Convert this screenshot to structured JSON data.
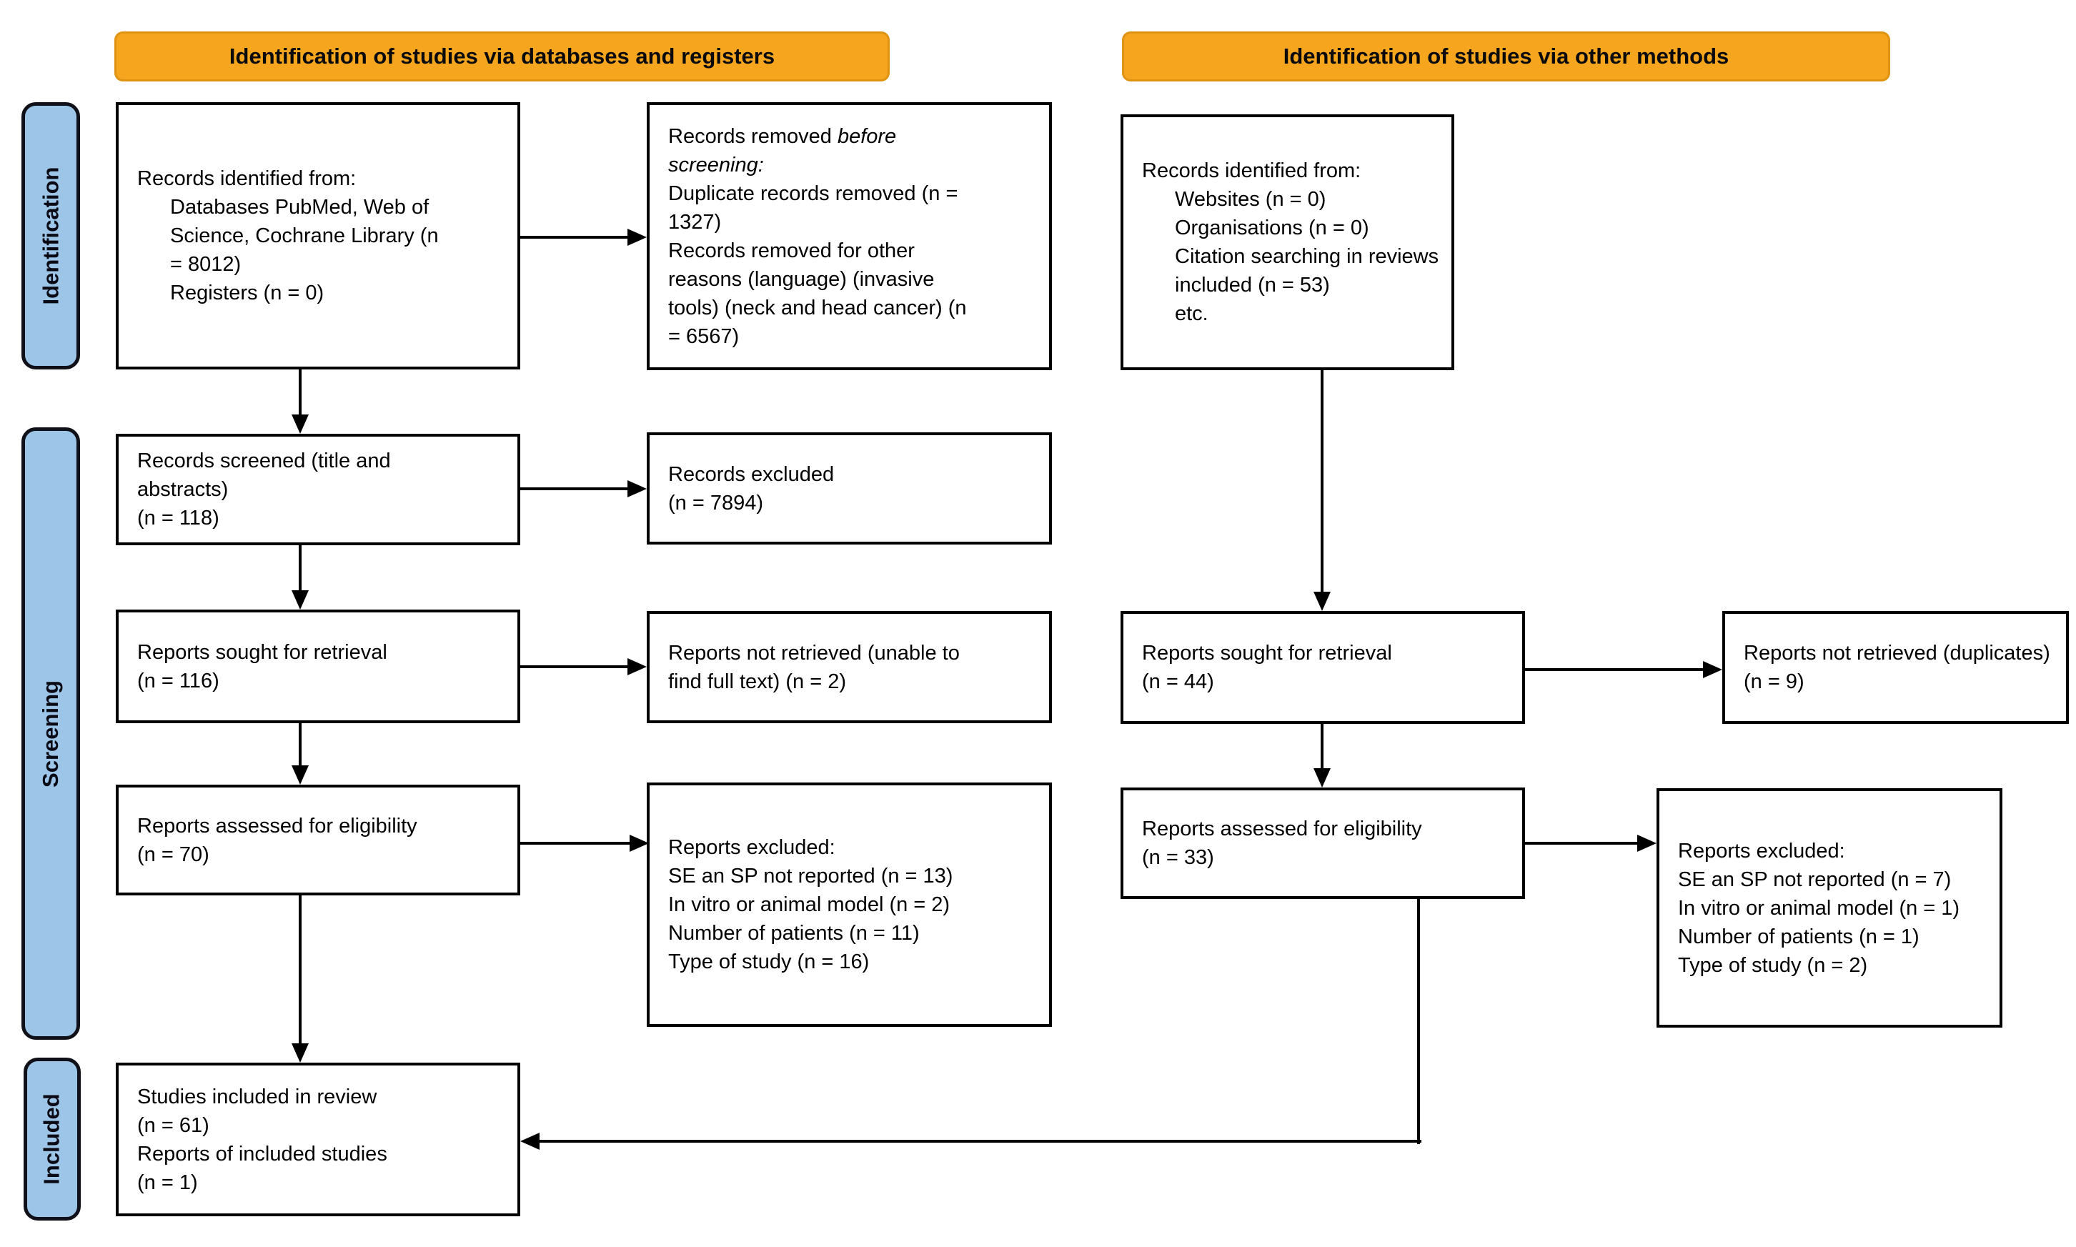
{
  "diagram": {
    "header_left": "Identification of studies via databases and registers",
    "header_right": "Identification of studies via other methods",
    "stages": [
      {
        "id": "identification",
        "label": "Identification"
      },
      {
        "id": "screening",
        "label": "Screening"
      },
      {
        "id": "included",
        "label": "Included"
      }
    ],
    "colors": {
      "header_bg": "#F5A61E",
      "header_border": "#DF9312",
      "header_text": "#0a0a0a",
      "stage_bg": "#9CC5E8",
      "stage_border": "#101018",
      "box_border": "#000000",
      "arrow": "#000000",
      "background": "#FFFFFF"
    },
    "boxes": [
      {
        "id": "records-identified-databases",
        "lines": [
          {
            "indent": false,
            "segments": [
              {
                "text": "Records identified from:",
                "italic": false
              }
            ]
          },
          {
            "indent": true,
            "segments": [
              {
                "text": "Databases PubMed, Web of",
                "italic": false
              }
            ]
          },
          {
            "indent": true,
            "segments": [
              {
                "text": "Science, Cochrane Library (n",
                "italic": false
              }
            ]
          },
          {
            "indent": true,
            "segments": [
              {
                "text": "= 8012)",
                "italic": false
              }
            ]
          },
          {
            "indent": true,
            "segments": [
              {
                "text": "Registers (n = 0)",
                "italic": false
              }
            ]
          }
        ]
      },
      {
        "id": "records-removed",
        "lines": [
          {
            "indent": false,
            "segments": [
              {
                "text": "Records removed ",
                "italic": false
              },
              {
                "text": "before",
                "italic": true
              }
            ]
          },
          {
            "indent": false,
            "segments": [
              {
                "text": "screening:",
                "italic": true
              }
            ]
          },
          {
            "indent": false,
            "segments": [
              {
                "text": "Duplicate records removed (n =",
                "italic": false
              }
            ]
          },
          {
            "indent": false,
            "segments": [
              {
                "text": "1327)",
                "italic": false
              }
            ]
          },
          {
            "indent": false,
            "segments": [
              {
                "text": "Records removed for other",
                "italic": false
              }
            ]
          },
          {
            "indent": false,
            "segments": [
              {
                "text": "reasons (language) (invasive",
                "italic": false
              }
            ]
          },
          {
            "indent": false,
            "segments": [
              {
                "text": "tools) (neck and head cancer) (n",
                "italic": false
              }
            ]
          },
          {
            "indent": false,
            "segments": [
              {
                "text": "= 6567)",
                "italic": false
              }
            ]
          }
        ]
      },
      {
        "id": "records-identified-other",
        "lines": [
          {
            "indent": false,
            "segments": [
              {
                "text": "Records identified from:",
                "italic": false
              }
            ]
          },
          {
            "indent": true,
            "segments": [
              {
                "text": "Websites (n = 0)",
                "italic": false
              }
            ]
          },
          {
            "indent": true,
            "segments": [
              {
                "text": "Organisations (n = 0)",
                "italic": false
              }
            ]
          },
          {
            "indent": true,
            "segments": [
              {
                "text": "Citation searching in reviews",
                "italic": false
              }
            ]
          },
          {
            "indent": true,
            "segments": [
              {
                "text": "included (n = 53)",
                "italic": false
              }
            ]
          },
          {
            "indent": true,
            "segments": [
              {
                "text": "etc.",
                "italic": false
              }
            ]
          }
        ]
      },
      {
        "id": "records-screened",
        "lines": [
          {
            "indent": false,
            "segments": [
              {
                "text": "Records screened (title and",
                "italic": false
              }
            ]
          },
          {
            "indent": false,
            "segments": [
              {
                "text": "abstracts)",
                "italic": false
              }
            ]
          },
          {
            "indent": false,
            "segments": [
              {
                "text": "(n = 118)",
                "italic": false
              }
            ]
          }
        ]
      },
      {
        "id": "records-excluded",
        "lines": [
          {
            "indent": false,
            "segments": [
              {
                "text": "Records excluded",
                "italic": false
              }
            ]
          },
          {
            "indent": false,
            "segments": [
              {
                "text": "(n = 7894)",
                "italic": false
              }
            ]
          }
        ]
      },
      {
        "id": "reports-sought-databases",
        "lines": [
          {
            "indent": false,
            "segments": [
              {
                "text": "Reports sought for retrieval",
                "italic": false
              }
            ]
          },
          {
            "indent": false,
            "segments": [
              {
                "text": "(n = 116)",
                "italic": false
              }
            ]
          }
        ]
      },
      {
        "id": "reports-not-retrieved-databases",
        "lines": [
          {
            "indent": false,
            "segments": [
              {
                "text": "Reports not retrieved (unable to",
                "italic": false
              }
            ]
          },
          {
            "indent": false,
            "segments": [
              {
                "text": "find full text) (n = 2)",
                "italic": false
              }
            ]
          }
        ]
      },
      {
        "id": "reports-sought-other",
        "lines": [
          {
            "indent": false,
            "segments": [
              {
                "text": "Reports sought for retrieval",
                "italic": false
              }
            ]
          },
          {
            "indent": false,
            "segments": [
              {
                "text": "(n = 44)",
                "italic": false
              }
            ]
          }
        ]
      },
      {
        "id": "reports-not-retrieved-other",
        "lines": [
          {
            "indent": false,
            "segments": [
              {
                "text": "Reports not retrieved (duplicates)",
                "italic": false
              }
            ]
          },
          {
            "indent": false,
            "segments": [
              {
                "text": "(n = 9)",
                "italic": false
              }
            ]
          }
        ]
      },
      {
        "id": "reports-assessed-databases",
        "lines": [
          {
            "indent": false,
            "segments": [
              {
                "text": "Reports assessed for eligibility",
                "italic": false
              }
            ]
          },
          {
            "indent": false,
            "segments": [
              {
                "text": "(n = 70)",
                "italic": false
              }
            ]
          }
        ]
      },
      {
        "id": "reports-excluded-databases",
        "lines": [
          {
            "indent": false,
            "segments": [
              {
                "text": "Reports excluded:",
                "italic": false
              }
            ]
          },
          {
            "indent": false,
            "segments": [
              {
                "text": "SE an SP not reported (n = 13)",
                "italic": false
              }
            ]
          },
          {
            "indent": false,
            "segments": [
              {
                "text": "In vitro or animal model (n = 2)",
                "italic": false
              }
            ]
          },
          {
            "indent": false,
            "segments": [
              {
                "text": "Number of patients (n = 11)",
                "italic": false
              }
            ]
          },
          {
            "indent": false,
            "segments": [
              {
                "text": "Type of study (n = 16)",
                "italic": false
              }
            ]
          }
        ]
      },
      {
        "id": "reports-assessed-other",
        "lines": [
          {
            "indent": false,
            "segments": [
              {
                "text": "Reports assessed for eligibility",
                "italic": false
              }
            ]
          },
          {
            "indent": false,
            "segments": [
              {
                "text": "(n = 33)",
                "italic": false
              }
            ]
          }
        ]
      },
      {
        "id": "reports-excluded-other",
        "lines": [
          {
            "indent": false,
            "segments": [
              {
                "text": "Reports excluded:",
                "italic": false
              }
            ]
          },
          {
            "indent": false,
            "segments": [
              {
                "text": "SE an SP not reported (n = 7)",
                "italic": false
              }
            ]
          },
          {
            "indent": false,
            "segments": [
              {
                "text": "In vitro or animal model (n = 1)",
                "italic": false
              }
            ]
          },
          {
            "indent": false,
            "segments": [
              {
                "text": "Number of patients (n = 1)",
                "italic": false
              }
            ]
          },
          {
            "indent": false,
            "segments": [
              {
                "text": "Type of study (n = 2)",
                "italic": false
              }
            ]
          }
        ]
      },
      {
        "id": "studies-included",
        "lines": [
          {
            "indent": false,
            "segments": [
              {
                "text": "Studies included in review",
                "italic": false
              }
            ]
          },
          {
            "indent": false,
            "segments": [
              {
                "text": "(n = 61)",
                "italic": false
              }
            ]
          },
          {
            "indent": false,
            "segments": [
              {
                "text": "Reports of included studies",
                "italic": false
              }
            ]
          },
          {
            "indent": false,
            "segments": [
              {
                "text": "(n = 1)",
                "italic": false
              }
            ]
          }
        ]
      }
    ]
  }
}
